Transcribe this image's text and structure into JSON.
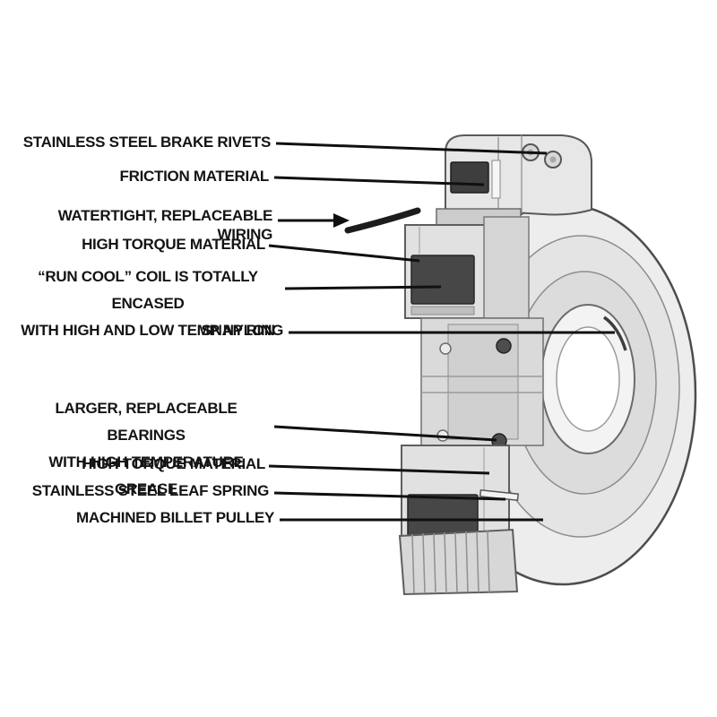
{
  "page": {
    "background": "#ffffff",
    "description": "Cutaway technical illustration of an electric clutch / machined billet pulley assembly with labeled callouts"
  },
  "callouts": [
    {
      "id": "stainless-steel-brake-rivets",
      "text": "STAINLESS STEEL BRAKE RIVETS"
    },
    {
      "id": "friction-material",
      "text": "FRICTION MATERIAL"
    },
    {
      "id": "watertight-replaceable-wiring",
      "text": "WATERTIGHT, REPLACEABLE WIRING"
    },
    {
      "id": "high-torque-material-top",
      "text": "HIGH TORQUE MATERIAL"
    },
    {
      "id": "run-cool-coil",
      "text": "“RUN COOL” COIL IS TOTALLY ENCASED\nWITH HIGH AND LOW TEMP NYLON"
    },
    {
      "id": "snap-ring",
      "text": "SNAP RING"
    },
    {
      "id": "larger-replaceable-bearings",
      "text": "LARGER, REPLACEABLE BEARINGS\nWITH HIGH TEMPERATURE GREASE"
    },
    {
      "id": "high-torque-material-bottom",
      "text": "HIGH TORQUE MATERIAL"
    },
    {
      "id": "stainless-steel-leaf-spring",
      "text": "STAINLESS STEEL LEAF SPRING"
    },
    {
      "id": "machined-billet-pulley",
      "text": "MACHINED BILLET PULLEY"
    }
  ],
  "diagram": {
    "subject": "clutch-pulley-cutaway",
    "colors": {
      "leader_line": "#101010",
      "label_text": "#141414",
      "body_light": "#ededed",
      "body_mid": "#dadada",
      "coil_dark": "#474747",
      "outline": "#4d4d4d"
    }
  }
}
